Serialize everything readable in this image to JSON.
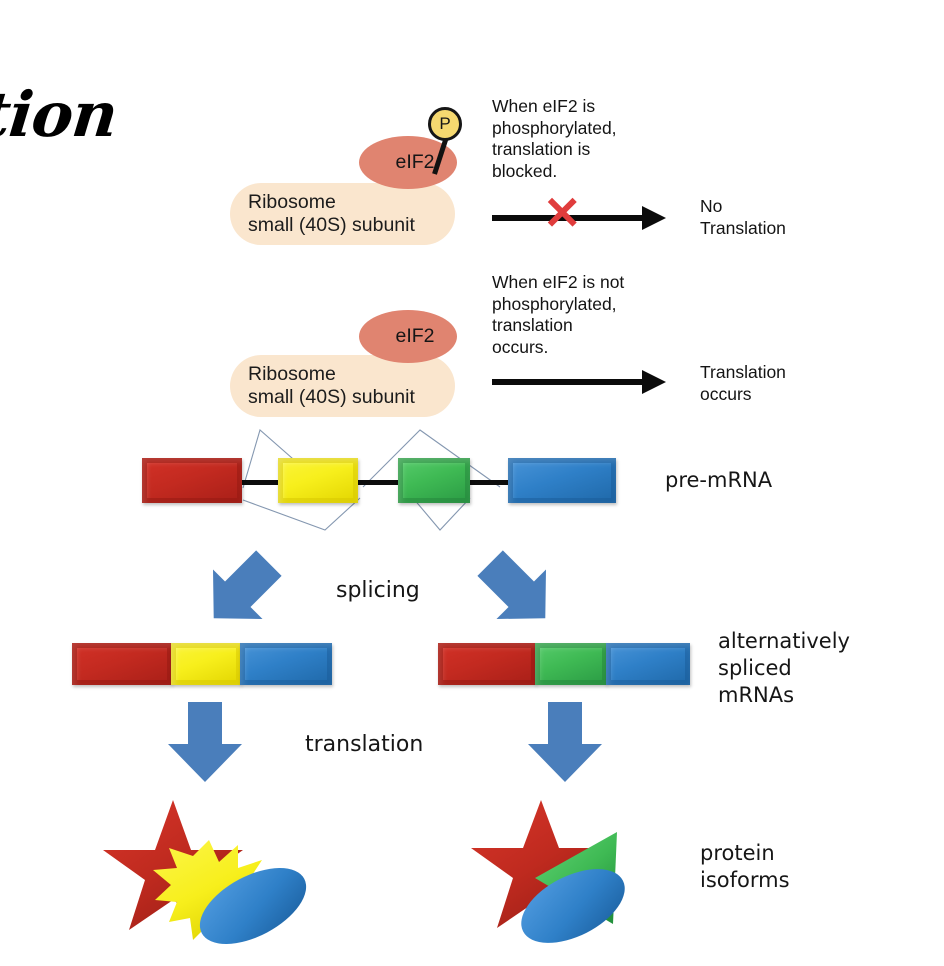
{
  "title_fragment": "tion",
  "colors": {
    "ribosome_fill": "#fae6ce",
    "eif2_fill": "#e08470",
    "phosphate_fill": "#f6d970",
    "exon_red": "#c32a20",
    "exon_yellow": "#f7ef1c",
    "exon_green": "#3fba54",
    "exon_blue": "#2f80c8",
    "block_arrow": "#4a7ebb",
    "x_mark": "#e03c3c",
    "arrow_black": "#0b0b0b",
    "splice_line": "#8497b0"
  },
  "panels": {
    "phosphorylated": {
      "ribosome_label_line1": "Ribosome",
      "ribosome_label_line2": "small (40S) subunit",
      "factor_label": "eIF2",
      "phosphate_label": "P",
      "note": "When eIF2 is\nphosphorylated,\ntranslation is\nblocked.",
      "x_mark": "✕",
      "outcome": "No\nTranslation"
    },
    "unphosphorylated": {
      "ribosome_label_line1": "Ribosome",
      "ribosome_label_line2": "small (40S) subunit",
      "factor_label": "eIF2",
      "note": "When eIF2 is not\nphosphorylated,\ntranslation\noccurs.",
      "outcome": "Translation\noccurs"
    }
  },
  "splicing": {
    "pre_mrna_label": "pre-mRNA",
    "process_label": "splicing",
    "products_label": "alternatively\nspliced\nmRNAs",
    "pre_mrna_exons": [
      {
        "name": "exon-1",
        "color": "red"
      },
      {
        "name": "exon-2",
        "color": "yellow"
      },
      {
        "name": "exon-3",
        "color": "green"
      },
      {
        "name": "exon-4",
        "color": "blue"
      }
    ],
    "isoform_left_exons": [
      "red",
      "yellow",
      "blue"
    ],
    "isoform_right_exons": [
      "red",
      "green",
      "blue"
    ]
  },
  "translation": {
    "process_label": "translation",
    "products_label": "protein\nisoforms",
    "isoform_left_shapes": [
      "red-star",
      "yellow-burst",
      "blue-ellipse"
    ],
    "isoform_right_shapes": [
      "red-star",
      "green-cone",
      "blue-ellipse"
    ]
  }
}
